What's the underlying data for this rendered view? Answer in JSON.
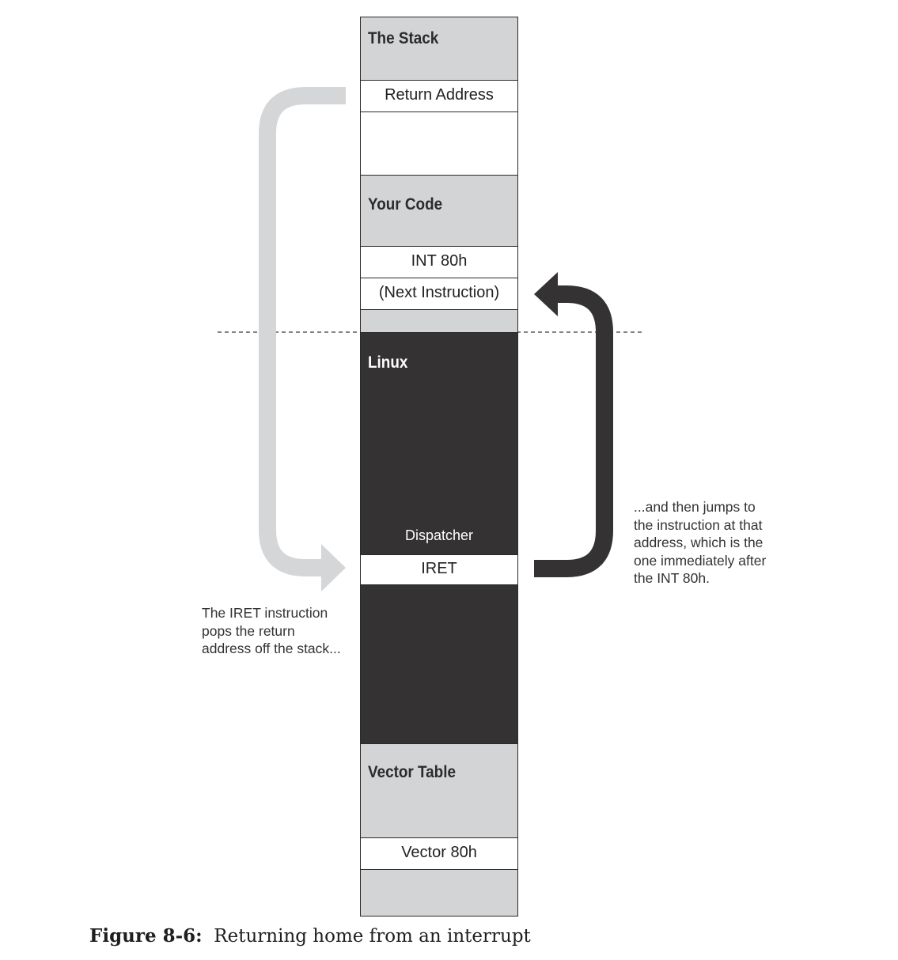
{
  "memory_map": {
    "stack": {
      "heading": "The Stack",
      "return_address": "Return Address"
    },
    "your_code": {
      "heading": "Your Code",
      "int_instruction": "INT 80h",
      "next_instruction": "(Next Instruction)"
    },
    "linux": {
      "heading": "Linux",
      "dispatcher": "Dispatcher",
      "iret": "IRET"
    },
    "vector_table": {
      "heading": "Vector Table",
      "vector": "Vector 80h"
    }
  },
  "annotations": {
    "left_note": [
      "The IRET instruction",
      "pops the return",
      "address off the stack..."
    ],
    "right_note": [
      "...and then jumps to",
      "the instruction at that",
      "address, which is the",
      "one immediately after",
      "the INT 80h."
    ]
  },
  "caption": {
    "number": "Figure 8-6:",
    "text": "Returning home from an interrupt"
  },
  "colors": {
    "light_region": "#d3d4d6",
    "dark_region": "#353233",
    "pop_arrow": "#d4d6d8",
    "jump_arrow": "#353233",
    "border": "#2a2a2a"
  }
}
